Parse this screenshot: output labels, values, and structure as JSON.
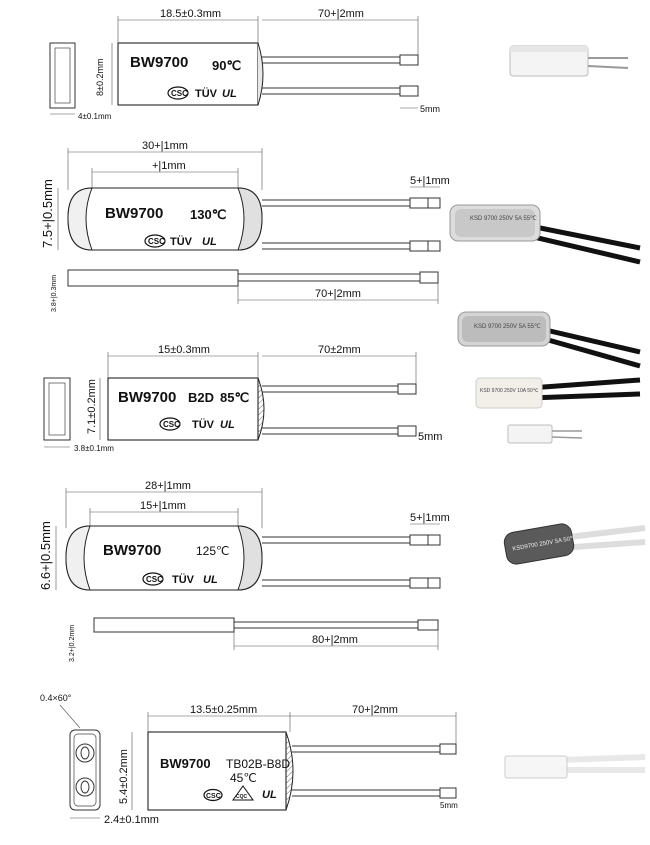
{
  "drawings": [
    {
      "model": "BW9700",
      "temp": "90℃",
      "width_dim": "18.5±0.3mm",
      "lead_dim": "70+|2mm",
      "height_dim": "8±0.2mm",
      "thick_dim": "4±0.1mm",
      "tip_dim": "5mm",
      "marks": [
        "CSC",
        "TÜV",
        "UL"
      ]
    },
    {
      "model": "BW9700",
      "temp": "130℃",
      "overall_dim": "30+|1mm",
      "body_dim": "+|1mm",
      "tip_dim": "5+|1mm",
      "height_dim": "7.5+|0.5mm",
      "thick_dim": "3.8+|0.3mm",
      "lead_dim": "70+|2mm",
      "marks": [
        "CSC",
        "TÜV",
        "UL"
      ]
    },
    {
      "model": "BW9700",
      "code": "B2D",
      "temp": "85℃",
      "width_dim": "15±0.3mm",
      "lead_dim": "70±2mm",
      "height_dim": "7.1±0.2mm",
      "thick_dim": "3.8±0.1mm",
      "tip_dim": "5mm",
      "marks": [
        "CSC",
        "TÜV",
        "UL"
      ]
    },
    {
      "model": "BW9700",
      "temp": "125℃",
      "overall_dim": "28+|1mm",
      "body_dim": "15+|1mm",
      "tip_dim": "5+|1mm",
      "height_dim": "6.6+|0.5mm",
      "thick_dim": "3.2+|0.2mm",
      "lead_dim": "80+|2mm",
      "marks": [
        "CSC",
        "TÜV",
        "UL"
      ]
    },
    {
      "model": "BW9700",
      "code": "TB02B-B8D",
      "temp": "45℃",
      "chamfer_dim": "0.4×60°",
      "width_dim": "13.5±0.25mm",
      "lead_dim": "70+|2mm",
      "height_dim": "5.4±0.2mm",
      "thick_dim": "2.4±0.1mm",
      "tip_dim": "5mm",
      "marks": [
        "CSC",
        "CQC",
        "UL"
      ]
    }
  ],
  "photos": [
    {
      "label": "",
      "style": "white-block",
      "text": ""
    },
    {
      "label": "",
      "style": "clear-tube",
      "text": "KSD 9700  250V 5A 55℃"
    },
    {
      "label": "",
      "style": "clear-tube",
      "text": "KSD 9700  250V 5A 55℃"
    },
    {
      "label": "",
      "style": "white-tube",
      "text": "KSD 9700  250V 10A 50℃"
    },
    {
      "label": "",
      "style": "small-block",
      "text": ""
    },
    {
      "label": "",
      "style": "dark-tube",
      "text": "KSD9700  250V 5A 50℃"
    },
    {
      "label": "",
      "style": "flat-white",
      "text": ""
    }
  ]
}
